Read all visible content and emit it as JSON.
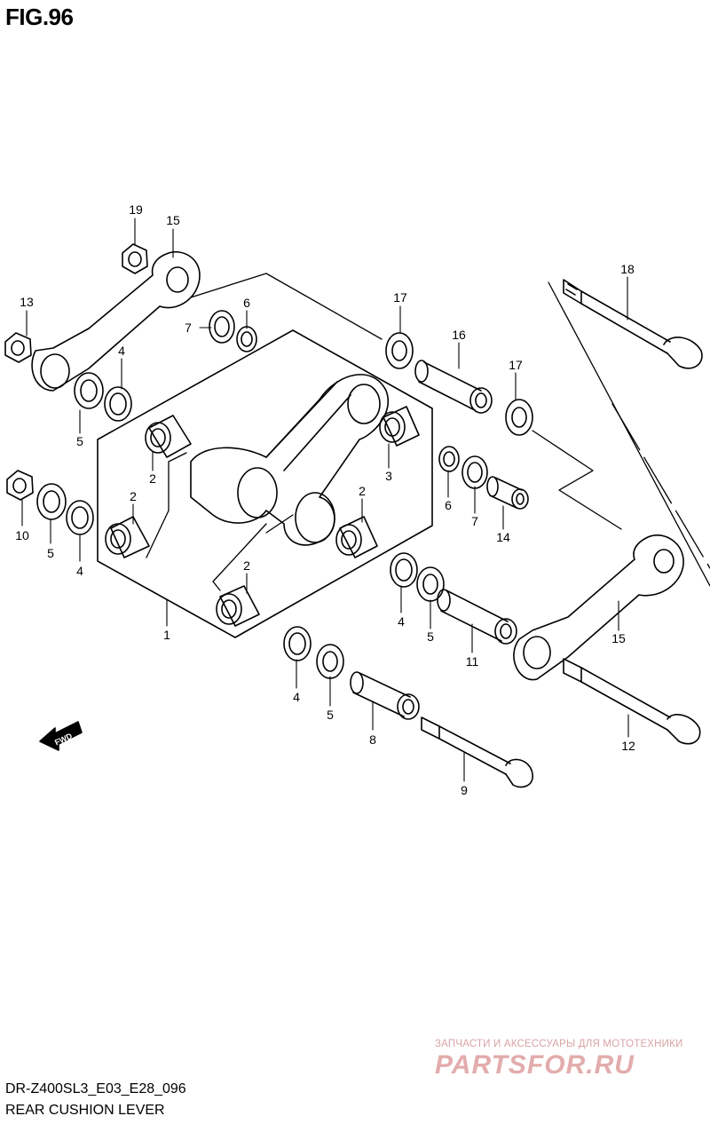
{
  "figure": {
    "title": "FIG.96",
    "code": "DR-Z400SL3_E03_E28_096",
    "name": "REAR CUSHION LEVER"
  },
  "watermark": {
    "tagline": "ЗАПЧАСТИ И АКСЕССУАРЫ ДЛЯ МОТОТЕХНИКИ",
    "logo": "PARTSFOR.RU"
  },
  "fwd_label": "FWD",
  "callouts": [
    {
      "id": "c19",
      "text": "19"
    },
    {
      "id": "c15a",
      "text": "15"
    },
    {
      "id": "c13",
      "text": "13"
    },
    {
      "id": "c7a",
      "text": "7"
    },
    {
      "id": "c6a",
      "text": "6"
    },
    {
      "id": "c4a",
      "text": "4"
    },
    {
      "id": "c5a",
      "text": "5"
    },
    {
      "id": "c2a",
      "text": "2"
    },
    {
      "id": "c3",
      "text": "3"
    },
    {
      "id": "c2b",
      "text": "2"
    },
    {
      "id": "c2c",
      "text": "2"
    },
    {
      "id": "c2d",
      "text": "2"
    },
    {
      "id": "c10",
      "text": "10"
    },
    {
      "id": "c5b",
      "text": "5"
    },
    {
      "id": "c4b",
      "text": "4"
    },
    {
      "id": "c1",
      "text": "1"
    },
    {
      "id": "c17a",
      "text": "17"
    },
    {
      "id": "c16",
      "text": "16"
    },
    {
      "id": "c17b",
      "text": "17"
    },
    {
      "id": "c18",
      "text": "18"
    },
    {
      "id": "c6b",
      "text": "6"
    },
    {
      "id": "c7b",
      "text": "7"
    },
    {
      "id": "c14",
      "text": "14"
    },
    {
      "id": "c4c",
      "text": "4"
    },
    {
      "id": "c5c",
      "text": "5"
    },
    {
      "id": "c11",
      "text": "11"
    },
    {
      "id": "c15b",
      "text": "15"
    },
    {
      "id": "c4d",
      "text": "4"
    },
    {
      "id": "c5d",
      "text": "5"
    },
    {
      "id": "c8",
      "text": "8"
    },
    {
      "id": "c9",
      "text": "9"
    },
    {
      "id": "c12",
      "text": "12"
    }
  ],
  "colors": {
    "line": "#000000",
    "watermark": "#e3acac"
  }
}
